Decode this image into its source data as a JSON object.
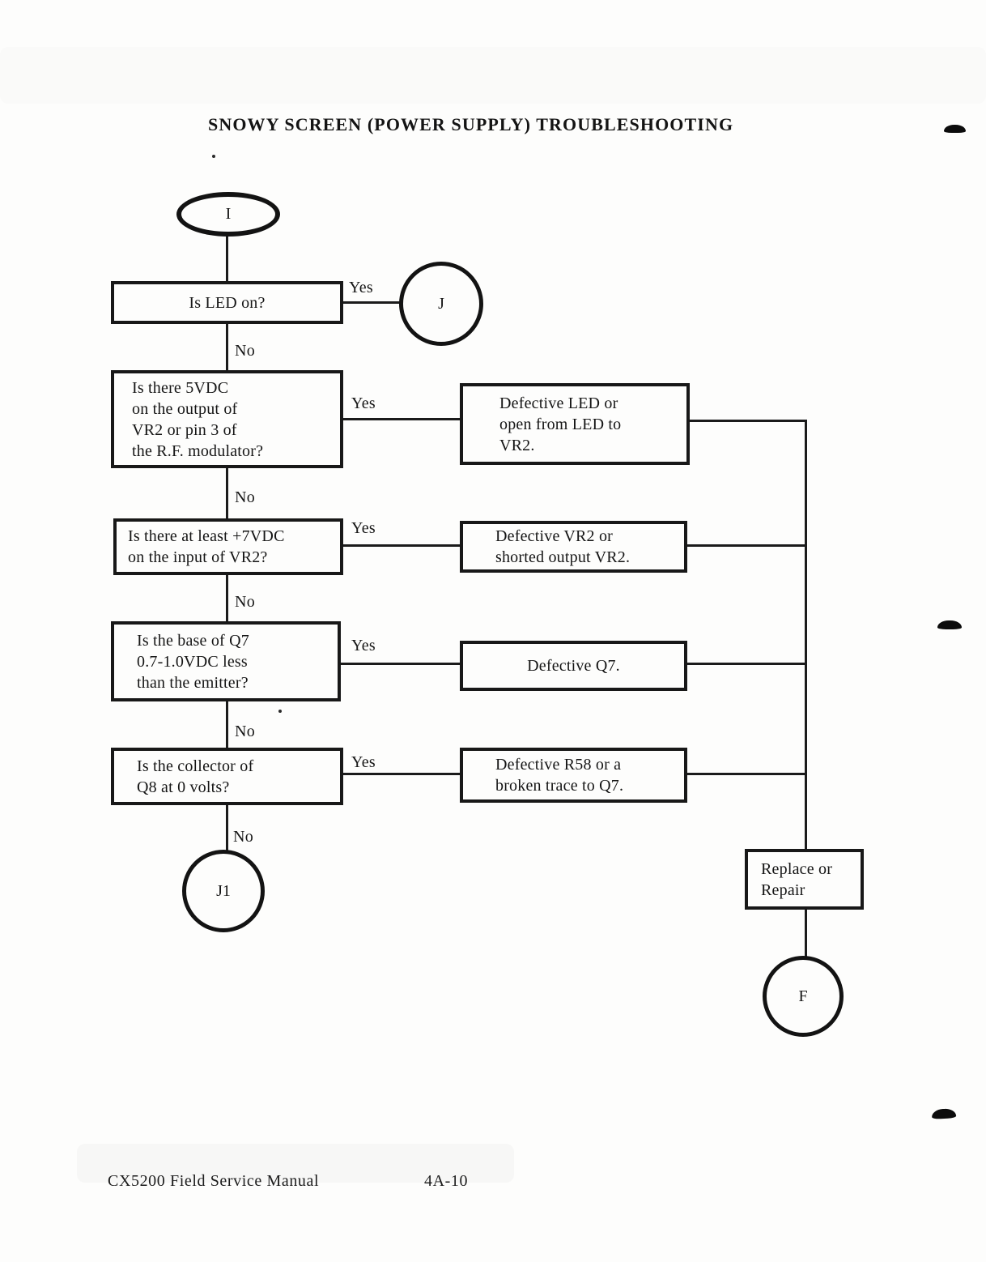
{
  "page": {
    "title": "SNOWY SCREEN (POWER SUPPLY) TROUBLESHOOTING",
    "footer": {
      "left": "CX5200 Field Service Manual",
      "right": "4A-10"
    }
  },
  "flow": {
    "labels": {
      "yes": "Yes",
      "no": "No"
    },
    "terminals": {
      "start": "I",
      "yes_exit": "J",
      "no_exit": "J1",
      "final": "F"
    },
    "decisions": [
      {
        "lines": [
          "Is LED on?"
        ]
      },
      {
        "lines": [
          "Is there 5VDC",
          "on the output of",
          "VR2 or pin 3 of",
          "the R.F. modulator?"
        ]
      },
      {
        "lines": [
          "Is there at least +7VDC",
          "on the input of VR2?"
        ]
      },
      {
        "lines": [
          "Is the base of Q7",
          "0.7-1.0VDC less",
          "than the emitter?"
        ]
      },
      {
        "lines": [
          "Is the collector of",
          "Q8 at 0 volts?"
        ]
      }
    ],
    "faults": [
      {
        "lines": [
          "Defective LED or",
          "open from LED to",
          "VR2."
        ]
      },
      {
        "lines": [
          "Defective VR2 or",
          "shorted output VR2."
        ]
      },
      {
        "lines": [
          "Defective Q7."
        ]
      },
      {
        "lines": [
          "Defective R58 or a",
          "broken trace to Q7."
        ]
      }
    ],
    "action": {
      "lines": [
        "Replace or",
        "Repair"
      ]
    }
  }
}
